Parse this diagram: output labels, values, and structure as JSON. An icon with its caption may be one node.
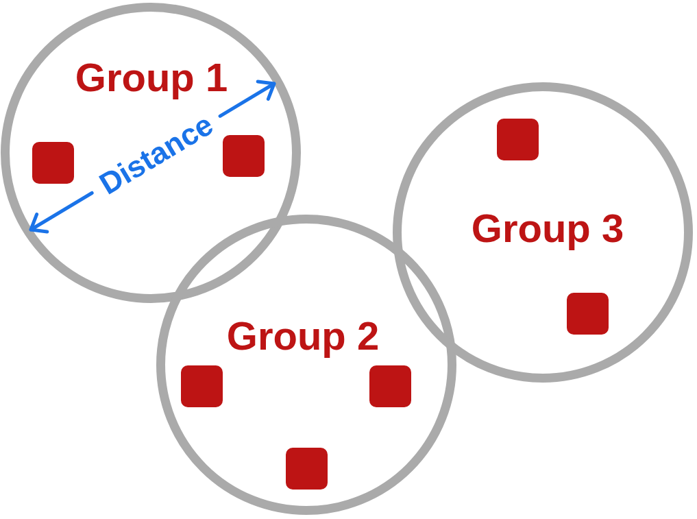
{
  "diagram": {
    "nodes": [
      {
        "text": [
          "Group 1"
        ]
      },
      {
        "text": [],
        "shape": "box",
        "in": 0
      },
      {
        "text": [],
        "shape": "box",
        "in": 0
      },
      {
        "text": [
          "Group 2"
        ]
      },
      {
        "text": [],
        "shape": "box",
        "in": 3
      },
      {
        "text": [],
        "shape": "box",
        "in": 3
      },
      {
        "text": [],
        "shape": "box",
        "in": 3
      },
      {
        "text": [
          "Group 3"
        ]
      },
      {
        "text": [],
        "shape": "box",
        "in": 7
      },
      {
        "text": [],
        "shape": "box",
        "in": 7
      }
    ],
    "labels": [
      "Distance"
    ]
  }
}
